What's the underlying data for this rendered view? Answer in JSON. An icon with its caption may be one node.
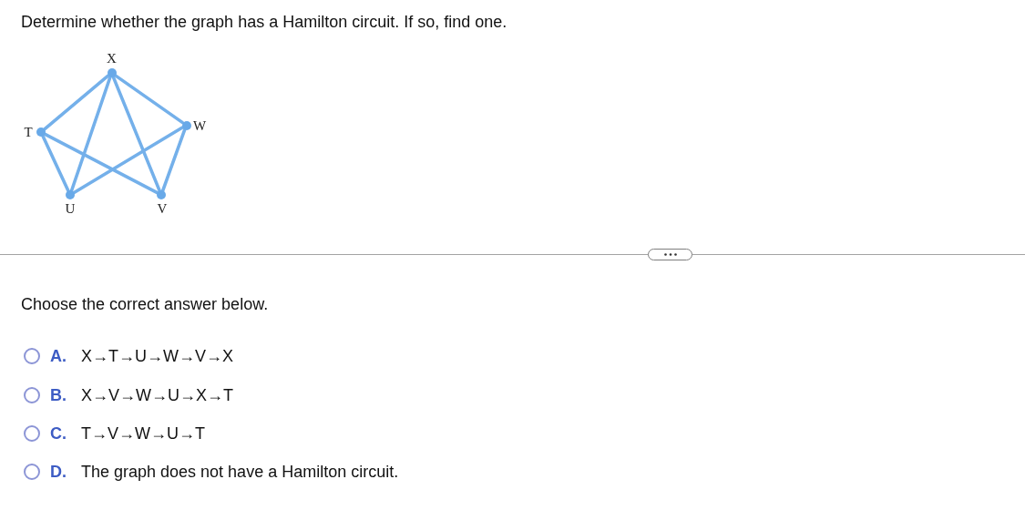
{
  "diagram": {
    "title": "Determine whether the graph has a Hamilton circuit. If so, find one.",
    "nodes": [
      {
        "text": [],
        "shape": "circle",
        "beside": [
          "X"
        ]
      },
      {
        "text": [],
        "shape": "circle",
        "beside": [
          "T"
        ]
      },
      {
        "text": [],
        "shape": "circle",
        "beside": [
          "W"
        ]
      },
      {
        "text": [],
        "shape": "circle",
        "beside": [
          "U"
        ]
      },
      {
        "text": [],
        "shape": "circle",
        "beside": [
          "V"
        ]
      }
    ],
    "edges": [
      {
        "from": 0,
        "to": 1,
        "arrow": "none"
      },
      {
        "from": 0,
        "to": 3,
        "arrow": "none"
      },
      {
        "from": 0,
        "to": 4,
        "arrow": "none"
      },
      {
        "from": 0,
        "to": 2,
        "arrow": "none"
      },
      {
        "from": 1,
        "to": 3,
        "arrow": "none"
      },
      {
        "from": 1,
        "to": 4,
        "arrow": "none"
      },
      {
        "from": 3,
        "to": 2,
        "arrow": "none"
      },
      {
        "from": 2,
        "to": 4,
        "arrow": "none"
      }
    ],
    "labels": [
      "Choose the correct answer below.",
      "A.",
      "X→T→U→W→V→X",
      "B.",
      "X→V→W→U→X→T",
      "C.",
      "T→V→W→U→T",
      "D.",
      "The graph does not have a Hamilton circuit."
    ]
  }
}
